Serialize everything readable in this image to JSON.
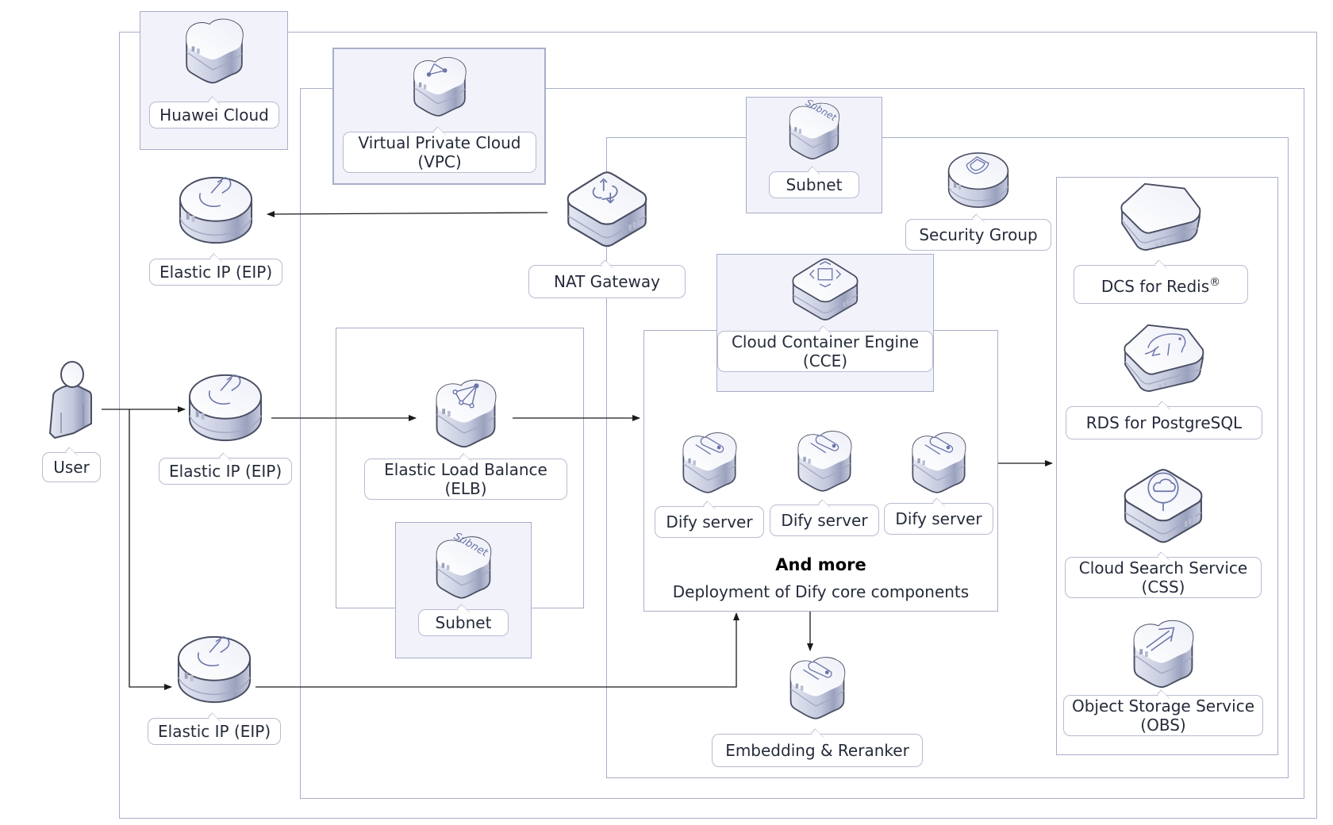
{
  "diagram": {
    "regions": {
      "huawei_cloud": "Huawei Cloud",
      "vpc": "Virtual Private Cloud (VPC)",
      "vpc_line1": "Virtual Private Cloud",
      "vpc_line2": "(VPC)",
      "subnet_main": "Subnet",
      "subnet_elb": "Subnet",
      "cce_line1": "Cloud Container Engine",
      "cce_line2": "(CCE)"
    },
    "nodes": {
      "user": "User",
      "eip_nat": "Elastic IP (EIP)",
      "eip_elb": "Elastic IP (EIP)",
      "eip_embed": "Elastic IP (EIP)",
      "nat_gateway": "NAT Gateway",
      "security_group": "Security Group",
      "elb_line1": "Elastic Load Balance",
      "elb_line2": "(ELB)",
      "dify_servers": [
        "Dify server",
        "Dify server",
        "Dify server"
      ],
      "and_more": "And more",
      "dify_caption": "Deployment of Dify core components",
      "embedding": "Embedding & Reranker",
      "dcs": "DCS for Redis",
      "dcs_mark": "®",
      "rds": "RDS for PostgreSQL",
      "css_line1": "Cloud Search Service",
      "css_line2": "(CSS)",
      "obs_line1": "Object Storage Service",
      "obs_line2": "(OBS)"
    },
    "icons": {
      "huawei_cloud": "cloud-icon",
      "vpc": "vpc-network-icon",
      "subnet": "subnet-icon",
      "eip": "elastic-ip-icon",
      "nat": "nat-gateway-icon",
      "security_group": "shield-icon",
      "elb": "load-balancer-icon",
      "cce": "container-engine-icon",
      "dify": "server-icon",
      "dcs": "redis-hexagon-icon",
      "rds": "postgresql-elephant-icon",
      "css": "search-service-icon",
      "obs": "object-storage-icon",
      "user": "user-icon"
    },
    "colors": {
      "frame": "#a9aec8",
      "panel": "#f1f2fa",
      "icon_outline": "#4a4e63",
      "icon_glyph": "#6a74a8",
      "arrow": "#1a1a1a"
    }
  }
}
